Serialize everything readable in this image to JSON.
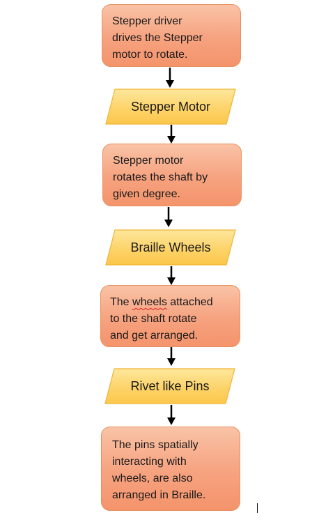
{
  "flowchart": {
    "steps": [
      {
        "kind": "process",
        "lines": [
          "Stepper driver",
          "drives the Stepper",
          "motor to rotate."
        ]
      },
      {
        "kind": "io",
        "label": "Stepper Motor"
      },
      {
        "kind": "process",
        "lines": [
          "Stepper motor",
          "rotates the shaft by",
          "given degree."
        ]
      },
      {
        "kind": "io",
        "label": "Braille Wheels"
      },
      {
        "kind": "process",
        "lines_parts": [
          [
            "The ",
            "wheels",
            " attached"
          ],
          [
            "to the shaft rotate"
          ],
          [
            "and get arranged."
          ]
        ]
      },
      {
        "kind": "io",
        "label": "Rivet like Pins"
      },
      {
        "kind": "process",
        "lines": [
          "The pins spatially",
          "interacting with",
          "wheels, are also",
          "arranged in Braille."
        ]
      }
    ]
  },
  "colors": {
    "process_fill": "#f6a27f",
    "process_border": "#e8905e",
    "io_fill": "#fdd266",
    "io_border": "#f0b433",
    "arrow": "#000000",
    "spellcheck_underline": "#e02020"
  }
}
